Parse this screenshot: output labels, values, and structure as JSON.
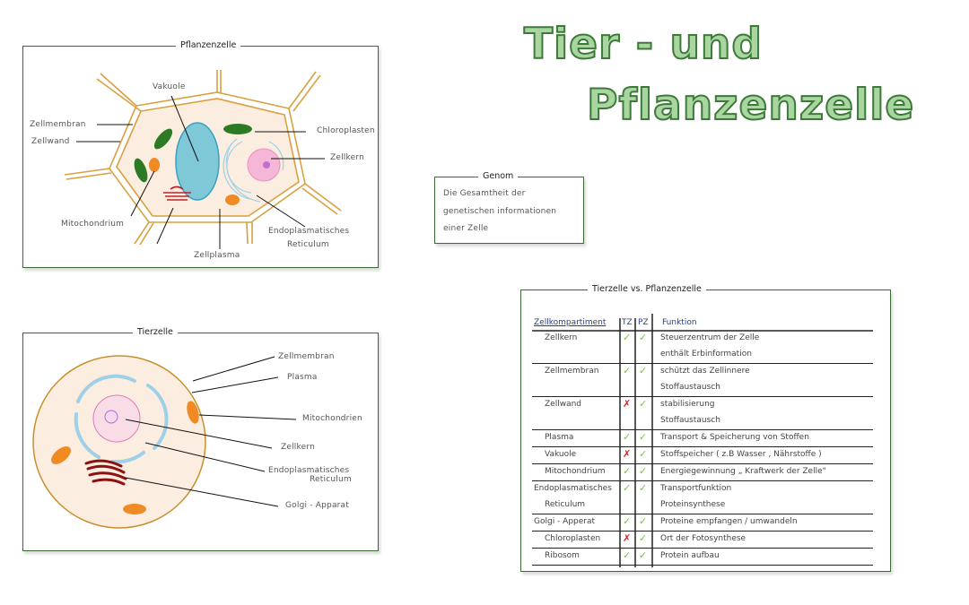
{
  "title": {
    "line1": "Tier - und",
    "line2": "Pflanzenzelle"
  },
  "plant_cell": {
    "title": "Pflanzenzelle",
    "labels": {
      "vakuole": "Vakuole",
      "zellmembran": "Zellmembran",
      "zellwand": "Zellwand",
      "chloroplasten": "Chloroplasten",
      "zellkern": "Zellkern",
      "mitochondrium": "Mitochondrium",
      "er1": "Endoplasmatisches",
      "er2": "Reticulum",
      "zellplasma": "Zellplasma"
    }
  },
  "animal_cell": {
    "title": "Tierzelle",
    "labels": {
      "zellmembran": "Zellmembran",
      "plasma": "Plasma",
      "mitochondrien": "Mitochondrien",
      "zellkern": "Zellkern",
      "er1": "Endoplasmatisches",
      "er2": "Reticulum",
      "golgi": "Golgi - Apparat"
    }
  },
  "genom": {
    "title": "Genom",
    "lines": [
      "Die   Gesamtheit   der",
      "genetischen   informationen",
      "einer   Zelle"
    ]
  },
  "comparison": {
    "title": "Tierzelle    vs.    Pflanzenzelle",
    "headers": {
      "component": "Zellkompartiment",
      "tz": "TZ",
      "pz": "PZ",
      "function": "Funktion"
    },
    "colors": {
      "yes": "#7dbd4c",
      "no": "#d22222",
      "header": "#1f3f8f"
    },
    "rows": [
      {
        "name": [
          "Zellkern"
        ],
        "tz": true,
        "pz": true,
        "function": [
          "Steuerzentrum   der  Zelle",
          "enthält   Erbinformation"
        ]
      },
      {
        "name": [
          "Zellmembran"
        ],
        "tz": true,
        "pz": true,
        "function": [
          "schützt   das   Zellinnere",
          "Stoffaustausch"
        ]
      },
      {
        "name": [
          "Zellwand"
        ],
        "tz": false,
        "pz": true,
        "function": [
          "stabilisierung",
          "Stoffaustausch"
        ]
      },
      {
        "name": [
          "Plasma"
        ],
        "tz": true,
        "pz": true,
        "function": [
          "Transport  &  Speicherung  von  Stoffen"
        ]
      },
      {
        "name": [
          "Vakuole"
        ],
        "tz": false,
        "pz": true,
        "function": [
          "Stoffspeicher  ( z.B Wasser , Nährstoffe )"
        ]
      },
      {
        "name": [
          "Mitochondrium"
        ],
        "tz": true,
        "pz": true,
        "function": [
          "Energiegewinnung „ Kraftwerk  der  Zelle\""
        ]
      },
      {
        "name": [
          "Endoplasmatisches",
          "Reticulum"
        ],
        "tz": true,
        "pz": true,
        "function": [
          "Transportfunktion",
          "Proteinsynthese"
        ]
      },
      {
        "name": [
          "Golgi - Apperat"
        ],
        "tz": true,
        "pz": true,
        "function": [
          "Proteine   empfangen  /  umwandeln"
        ]
      },
      {
        "name": [
          "Chloroplasten"
        ],
        "tz": false,
        "pz": true,
        "function": [
          "Ort   der   Fotosynthese"
        ]
      },
      {
        "name": [
          "Ribosom"
        ],
        "tz": true,
        "pz": true,
        "function": [
          "Protein    aufbau"
        ]
      }
    ],
    "check_symbol": "✓",
    "cross_symbol": "✗"
  }
}
